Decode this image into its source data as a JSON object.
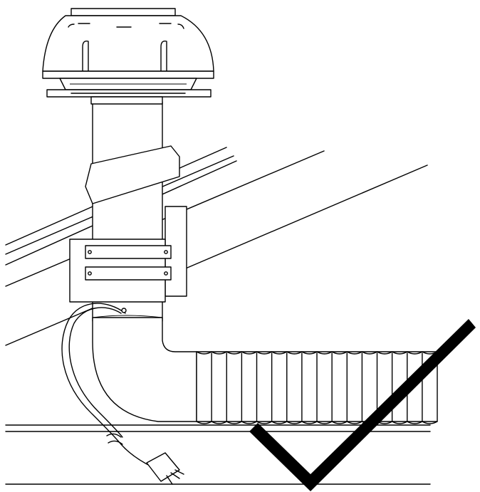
{
  "diagram": {
    "subject": "roof-mounted-exhaust-fan-installation",
    "indicator": "checkmark",
    "colors": {
      "line": "#000000",
      "background": "#ffffff"
    },
    "duct": {
      "ribs": 16
    }
  }
}
